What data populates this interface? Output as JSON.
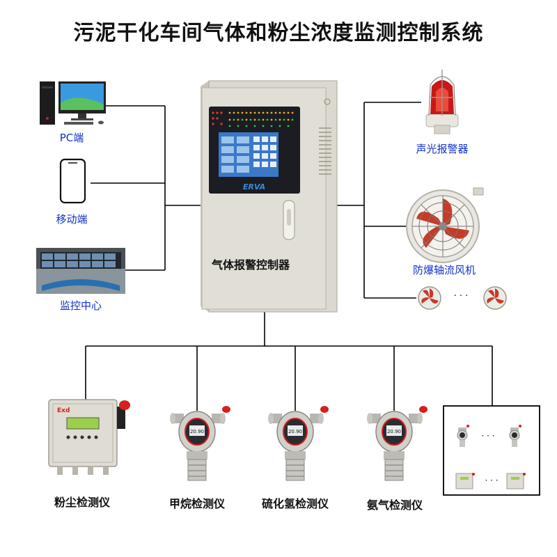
{
  "title": "污泥干化车间气体和粉尘浓度监测控制系统",
  "controller": {
    "label": "气体报警控制器",
    "brand": "ERVA"
  },
  "left_devices": [
    {
      "label": "PC端",
      "icon": "pc-icon"
    },
    {
      "label": "移动端",
      "icon": "phone-icon"
    },
    {
      "label": "监控中心",
      "icon": "monitoring-center-icon"
    }
  ],
  "right_devices": [
    {
      "label": "声光报警器",
      "icon": "alarm-light-icon"
    },
    {
      "label": "防爆轴流风机",
      "icon": "fan-icon"
    },
    {
      "label": "· · ·",
      "icon": "fan-icon"
    }
  ],
  "bottom_devices": [
    {
      "label": "粉尘检测仪",
      "icon": "dust-detector-icon",
      "tag": "Exd"
    },
    {
      "label": "甲烷检测仪",
      "icon": "gas-detector-icon",
      "reading": "20.90"
    },
    {
      "label": "硫化氢检测仪",
      "icon": "gas-detector-icon",
      "reading": "20.90"
    },
    {
      "label": "氨气检测仪",
      "icon": "gas-detector-icon",
      "reading": "20.90"
    }
  ],
  "more_box": {
    "dots": "· · ·"
  },
  "colors": {
    "line": "#000000",
    "label_blue": "#1030c8",
    "cabinet": "#d8d6cc",
    "alarm_red": "#d81e1e"
  }
}
